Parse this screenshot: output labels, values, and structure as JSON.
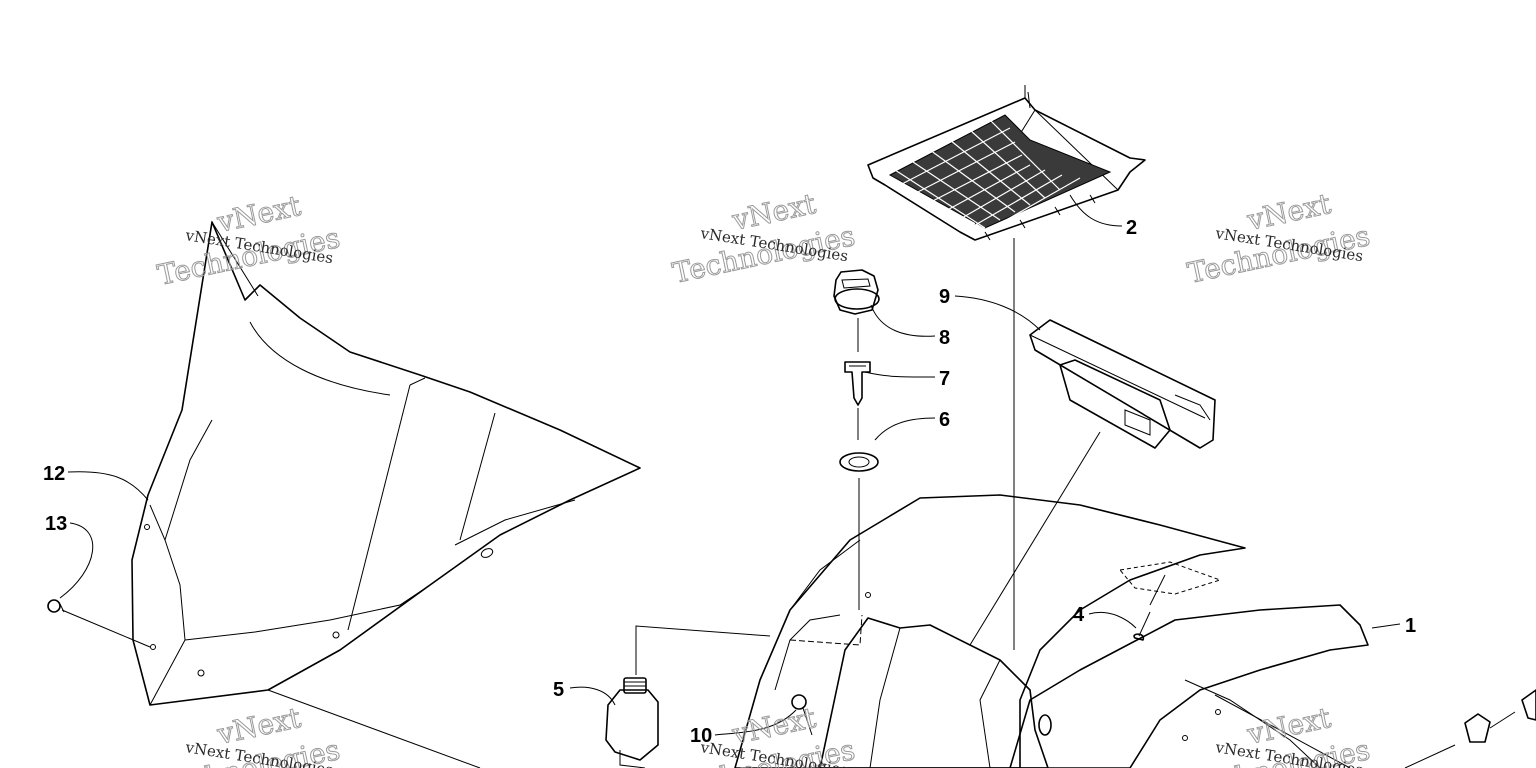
{
  "callouts": [
    {
      "id": "c1",
      "label": "1"
    },
    {
      "id": "c2",
      "label": "2"
    },
    {
      "id": "c4",
      "label": "4"
    },
    {
      "id": "c5",
      "label": "5"
    },
    {
      "id": "c6",
      "label": "6"
    },
    {
      "id": "c7",
      "label": "7"
    },
    {
      "id": "c8",
      "label": "8"
    },
    {
      "id": "c9",
      "label": "9"
    },
    {
      "id": "c10",
      "label": "10"
    },
    {
      "id": "c12",
      "label": "12"
    },
    {
      "id": "c13",
      "label": "13"
    }
  ],
  "watermark": {
    "line1": "vNext Technologies",
    "word_a": "vNext",
    "word_b": "Technologies"
  }
}
